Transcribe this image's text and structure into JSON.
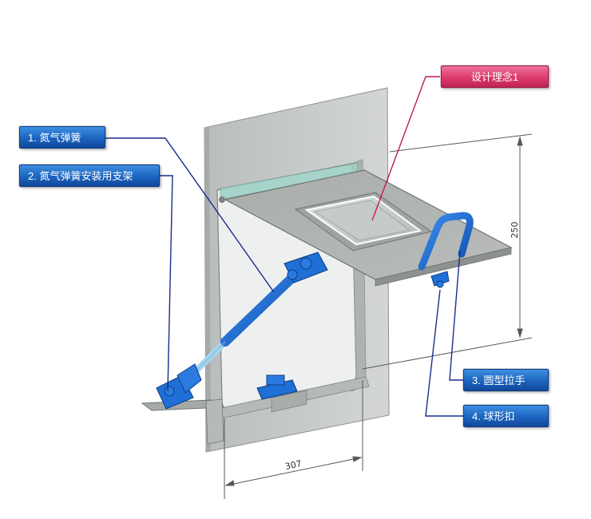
{
  "colors": {
    "callout_blue": "#1c64c0",
    "callout_pink": "#dc3a6b",
    "leader_line_blue": "#1a2c8c",
    "leader_line_pink": "#c2185b",
    "part_blue": "#1f6fd6",
    "panel_gray": "#c4c8c7"
  },
  "callouts": {
    "design_concept": "设计理念1",
    "gas_spring": "1. 氮气弹簧",
    "gas_spring_bracket": "2. 氮气弹簧安装用支架",
    "round_handle": "3. 圆型拉手",
    "ball_catch": "4. 球形扣"
  },
  "dimensions": {
    "height": "250",
    "width": "307"
  }
}
